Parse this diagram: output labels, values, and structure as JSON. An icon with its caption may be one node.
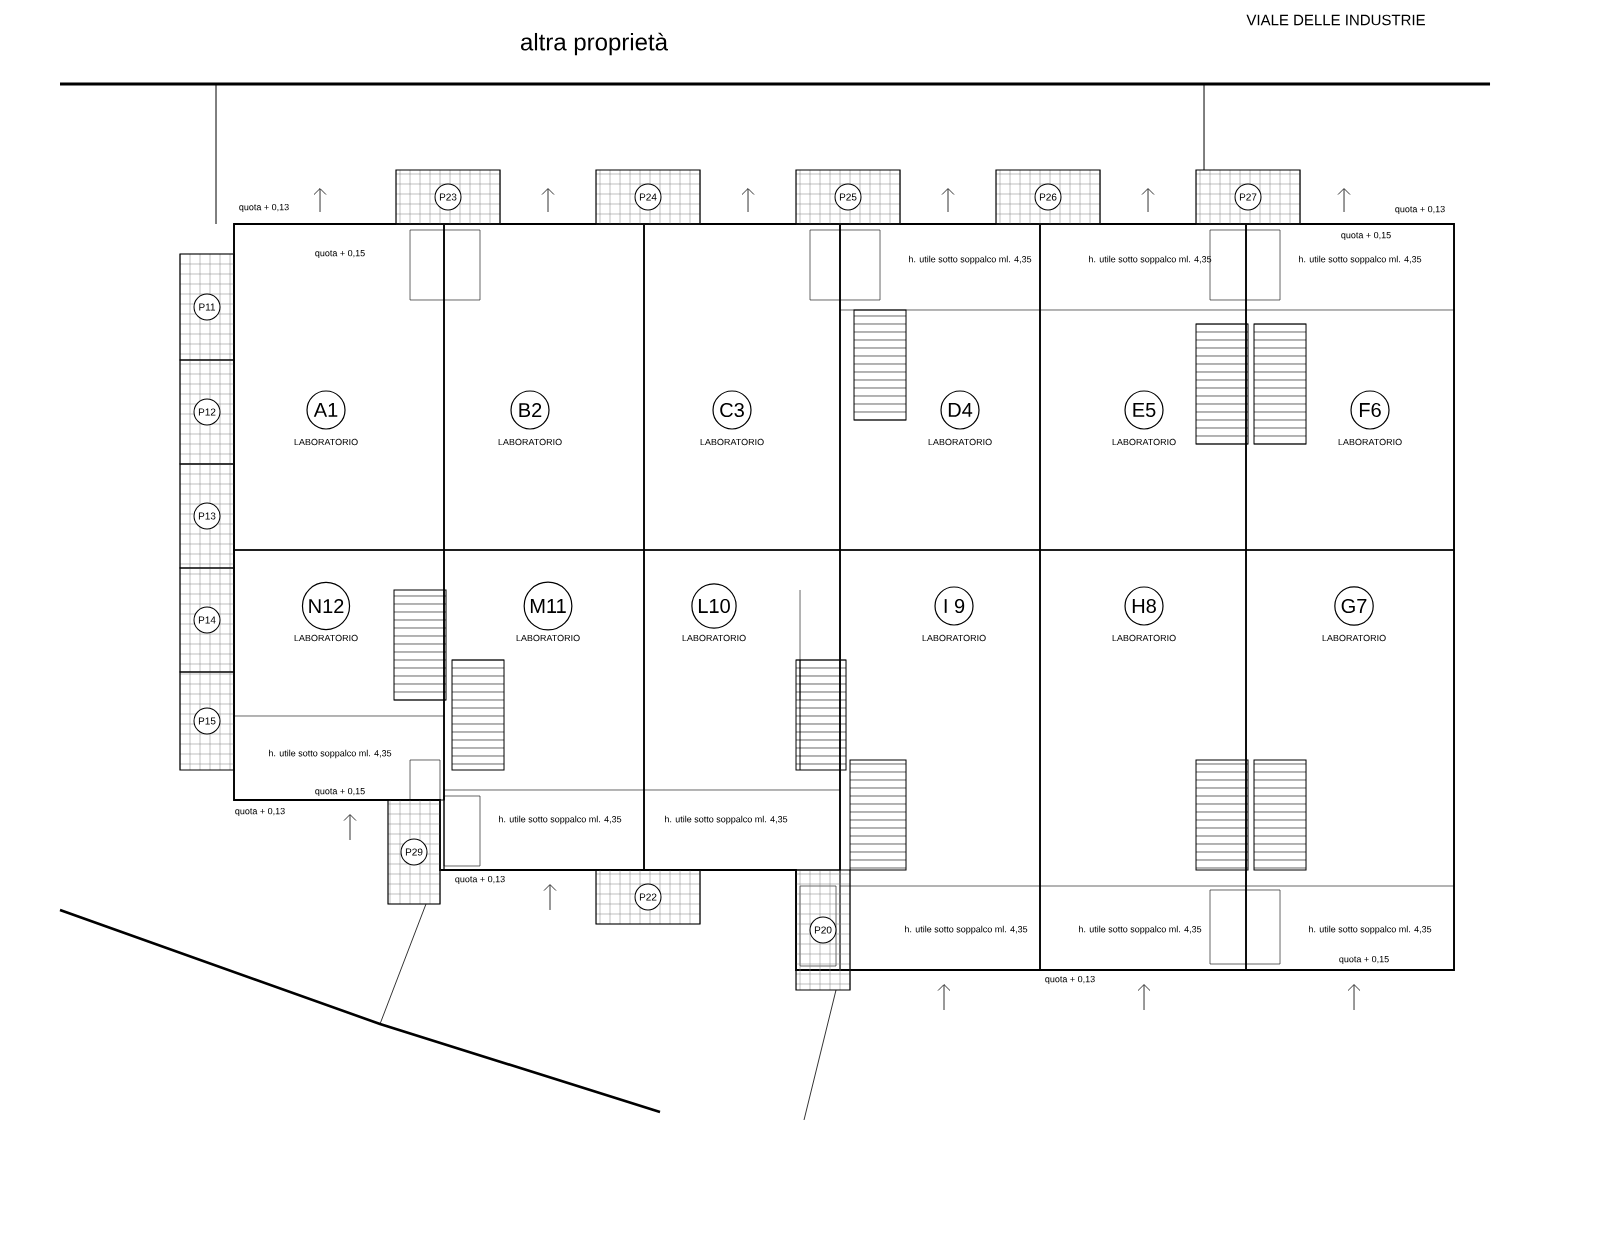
{
  "diagram": {
    "nodes": [
      {
        "text": [
          "A1",
          "LABORATORIO"
        ]
      },
      {
        "text": [
          "B2",
          "LABORATORIO"
        ]
      },
      {
        "text": [
          "C3",
          "LABORATORIO"
        ]
      },
      {
        "text": [
          "D4",
          "LABORATORIO"
        ]
      },
      {
        "text": [
          "E5",
          "LABORATORIO"
        ]
      },
      {
        "text": [
          "F6",
          "LABORATORIO"
        ]
      },
      {
        "text": [
          "N12",
          "LABORATORIO"
        ]
      },
      {
        "text": [
          "M11",
          "LABORATORIO"
        ]
      },
      {
        "text": [
          "L10",
          "LABORATORIO"
        ]
      },
      {
        "text": [
          "I 9",
          "LABORATORIO"
        ]
      },
      {
        "text": [
          "H8",
          "LABORATORIO"
        ]
      },
      {
        "text": [
          "G7",
          "LABORATORIO"
        ]
      },
      {
        "text": [
          "P11"
        ]
      },
      {
        "text": [
          "P12"
        ]
      },
      {
        "text": [
          "P13"
        ]
      },
      {
        "text": [
          "P14"
        ]
      },
      {
        "text": [
          "P15"
        ]
      },
      {
        "text": [
          "P23"
        ]
      },
      {
        "text": [
          "P24"
        ]
      },
      {
        "text": [
          "P25"
        ]
      },
      {
        "text": [
          "P26"
        ]
      },
      {
        "text": [
          "P27"
        ]
      },
      {
        "text": [
          "P29"
        ]
      },
      {
        "text": [
          "P22"
        ]
      },
      {
        "text": [
          "P20"
        ]
      }
    ],
    "labels": [
      "altra proprietà",
      "VIALE DELLE INDUSTRIE",
      "quota + 0,13",
      "quota + 0,13",
      "quota + 0,15",
      "quota + 0,15",
      "h. utile sotto soppalco ml. 4,35",
      "h. utile sotto soppalco ml. 4,35",
      "h. utile sotto soppalco ml. 4,35",
      "h. utile sotto soppalco ml. 4,35",
      "quota + 0,15",
      "quota + 0,13",
      "h. utile sotto soppalco ml. 4,35",
      "h. utile sotto soppalco ml. 4,35",
      "quota + 0,13",
      "h. utile sotto soppalco ml. 4,35",
      "h. utile sotto soppalco ml. 4,35",
      "h. utile sotto soppalco ml. 4,35",
      "quota + 0,15",
      "quota + 0,13"
    ]
  }
}
